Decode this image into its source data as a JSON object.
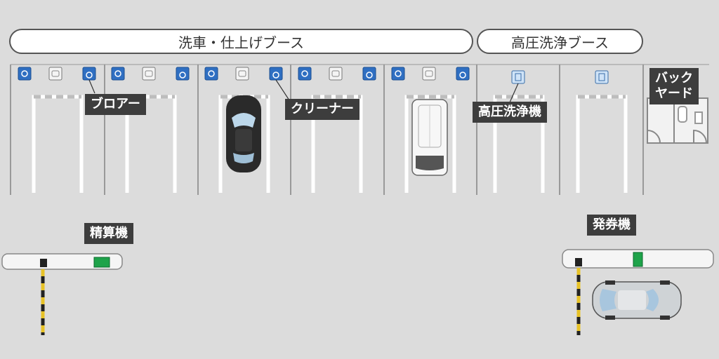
{
  "areas": {
    "wash_booth": "洗車・仕上げブース",
    "pressure_booth": "高圧洗浄ブース"
  },
  "labels": {
    "blower": "ブロアー",
    "cleaner": "クリーナー",
    "pressure_washer": "高圧洗浄機",
    "backyard": "バック\nヤード",
    "payment_machine": "精算機",
    "ticket_machine": "発券機"
  },
  "colors": {
    "background": "#dcdcdc",
    "equipment_blue": "#2f6fc2",
    "machine_green": "#1ea34a",
    "label_bg": "#3d3d3d"
  }
}
